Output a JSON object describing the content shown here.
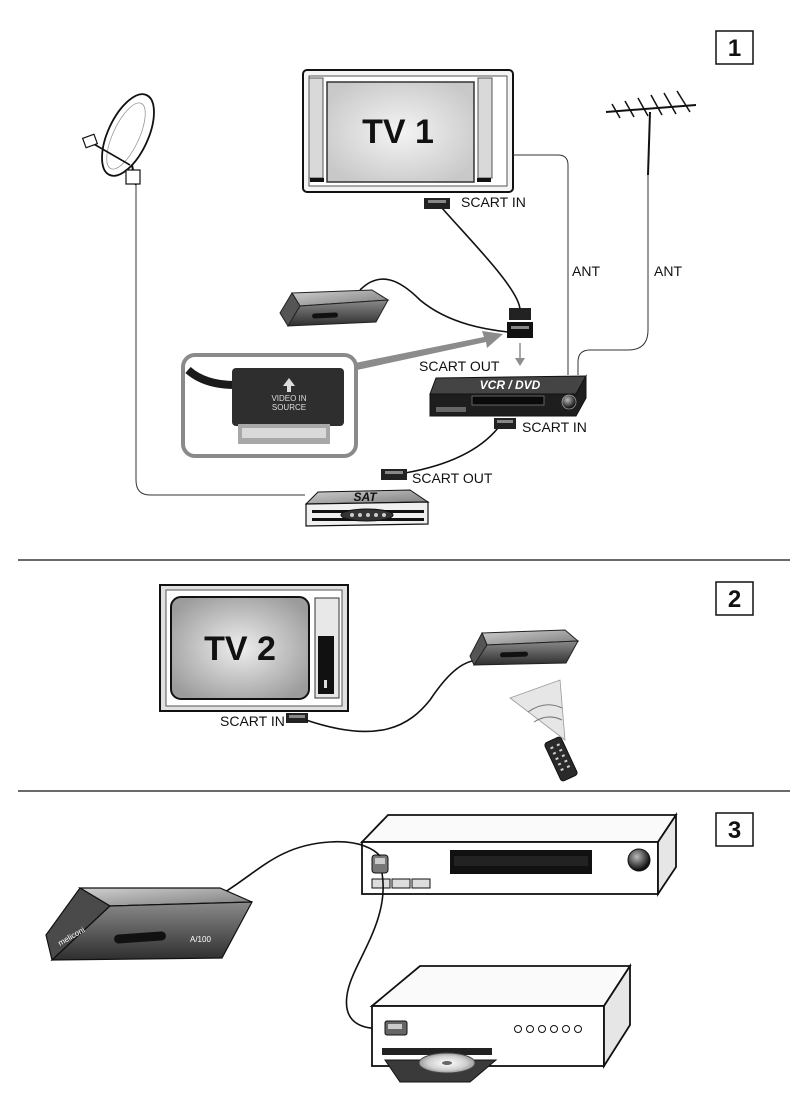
{
  "panels": [
    {
      "number": "1"
    },
    {
      "number": "2"
    },
    {
      "number": "3"
    }
  ],
  "tv1": {
    "label": "TV 1"
  },
  "tv2": {
    "label": "TV 2"
  },
  "vcr": {
    "label": "VCR / DVD"
  },
  "sat": {
    "label": "SAT"
  },
  "connectors": {
    "tv1_scart_in": "SCART IN",
    "vcr_scart_out": "SCART OUT",
    "vcr_scart_in": "SCART IN",
    "sat_scart_out": "SCART OUT",
    "tv2_scart_in": "SCART IN",
    "ant_tv": "ANT",
    "ant_antenna": "ANT"
  },
  "inset": {
    "plug_text_1": "VIDEO IN",
    "plug_text_2": "SOURCE"
  },
  "receiver": {
    "brand": "meliconi",
    "model": "A/100"
  },
  "colors": {
    "line": "#111111",
    "device_dark": "#3a3a3a",
    "inset_border": "#8a8a8a",
    "arrow": "#8c8c8c"
  }
}
